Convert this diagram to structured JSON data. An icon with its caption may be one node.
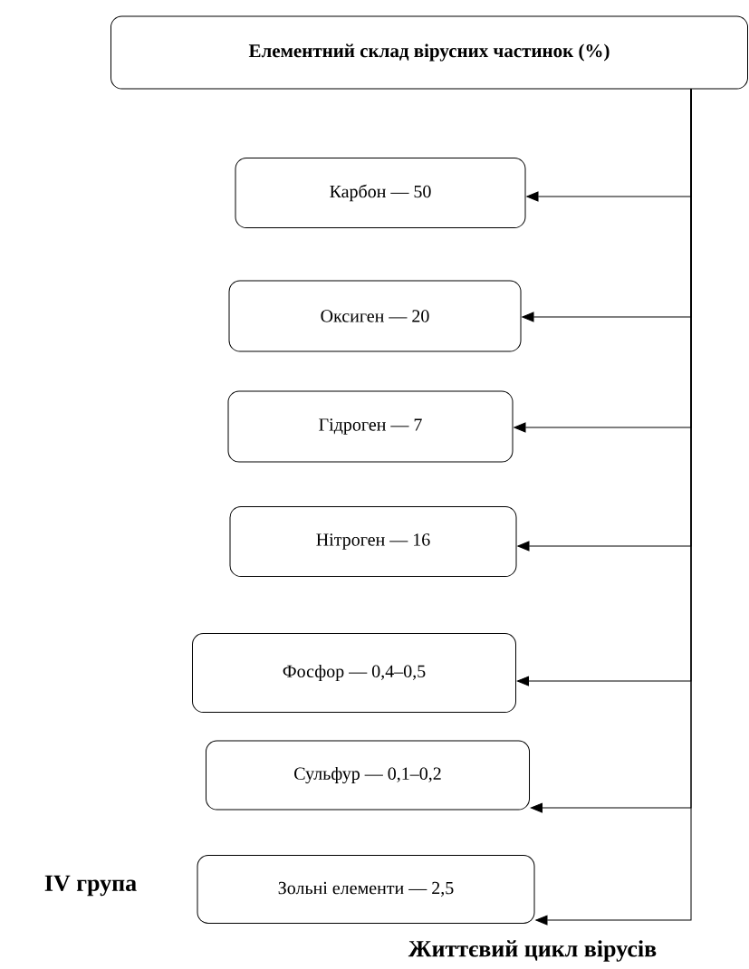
{
  "diagram": {
    "nodes": [
      {
        "text": [
          "Елементний склад вірусних частинок (%)"
        ]
      },
      {
        "text": [
          "Карбон — 50"
        ]
      },
      {
        "text": [
          "Оксиген — 20"
        ]
      },
      {
        "text": [
          "Гідроген — 7"
        ]
      },
      {
        "text": [
          "Нітроген — 16"
        ]
      },
      {
        "text": [
          "Фосфор — 0,4–0,5"
        ]
      },
      {
        "text": [
          "Сульфур — 0,1–0,2"
        ]
      },
      {
        "text": [
          "Зольні елементи — 2,5"
        ]
      }
    ],
    "edges": [
      {
        "from": 0,
        "to": 1,
        "arrow": "to"
      },
      {
        "from": 0,
        "to": 2,
        "arrow": "to"
      },
      {
        "from": 0,
        "to": 3,
        "arrow": "to"
      },
      {
        "from": 0,
        "to": 4,
        "arrow": "to"
      },
      {
        "from": 0,
        "to": 5,
        "arrow": "to"
      },
      {
        "from": 0,
        "to": 6,
        "arrow": "to"
      },
      {
        "from": 0,
        "to": 7,
        "arrow": "to"
      }
    ],
    "labels": [
      "IV група",
      "Життєвий цикл вірусів"
    ]
  }
}
